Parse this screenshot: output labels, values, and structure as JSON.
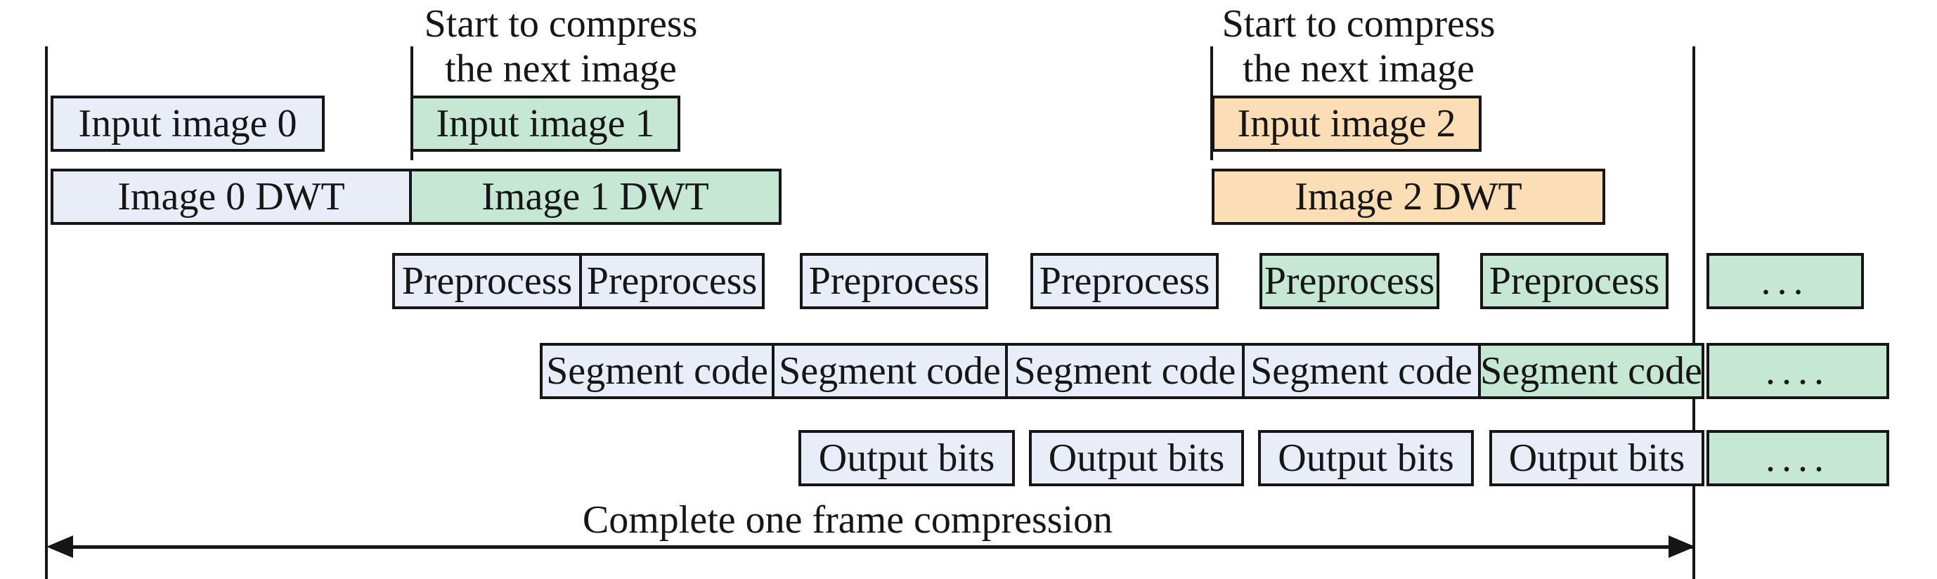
{
  "colors": {
    "box_blue": "#E8EDF8",
    "box_green": "#C5E7D3",
    "box_orange": "#FBDDB6",
    "ink": "#161616"
  },
  "annotations": [
    {
      "line1": "Start to compress",
      "line2": "the next image"
    },
    {
      "line1": "Start to compress",
      "line2": "the next image"
    }
  ],
  "rows": {
    "input": [
      {
        "label": "Input image 0",
        "color": "blue"
      },
      {
        "label": "Input image 1",
        "color": "green"
      },
      {
        "label": "Input image 2",
        "color": "orange"
      }
    ],
    "dwt": [
      {
        "label": "Image 0 DWT",
        "color": "blue"
      },
      {
        "label": "Image 1 DWT",
        "color": "green"
      },
      {
        "label": "Image 2 DWT",
        "color": "orange"
      }
    ],
    "preprocess": [
      {
        "label": "Preprocess",
        "color": "blue"
      },
      {
        "label": "Preprocess",
        "color": "blue"
      },
      {
        "label": "Preprocess",
        "color": "blue"
      },
      {
        "label": "Preprocess",
        "color": "blue"
      },
      {
        "label": "Preprocess",
        "color": "green"
      },
      {
        "label": "Preprocess",
        "color": "green"
      },
      {
        "label": "...",
        "color": "green"
      }
    ],
    "segment": [
      {
        "label": "Segment code",
        "color": "blue"
      },
      {
        "label": "Segment code",
        "color": "blue"
      },
      {
        "label": "Segment code",
        "color": "blue"
      },
      {
        "label": "Segment code",
        "color": "blue"
      },
      {
        "label": "Segment code",
        "color": "green"
      },
      {
        "label": "....",
        "color": "green"
      }
    ],
    "output": [
      {
        "label": "Output bits",
        "color": "blue"
      },
      {
        "label": "Output bits",
        "color": "blue"
      },
      {
        "label": "Output bits",
        "color": "blue"
      },
      {
        "label": "Output bits",
        "color": "blue"
      },
      {
        "label": "....",
        "color": "green"
      }
    ]
  },
  "footer": {
    "label": "Complete one frame compression"
  }
}
